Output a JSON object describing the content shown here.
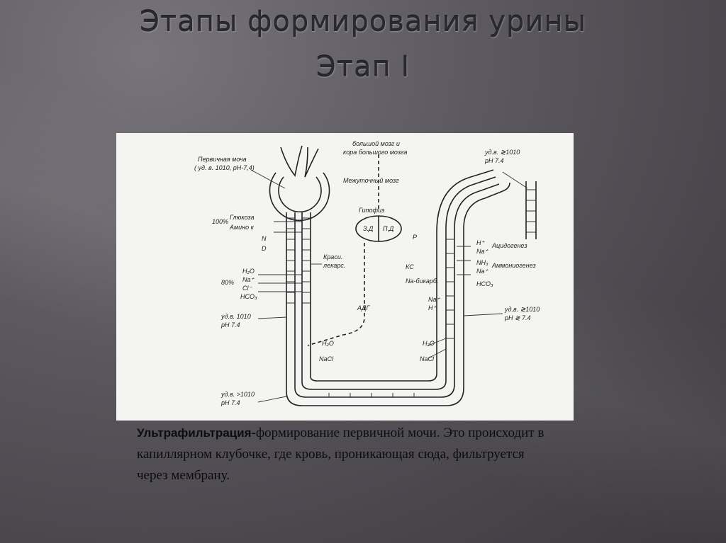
{
  "slide": {
    "title_line1": "Этапы формирования урины",
    "title_line2": "Этап I"
  },
  "diagram": {
    "labels": {
      "primary_urine": "Первичная моча",
      "primary_urine_params": "( уд. в. 1010, рН-7,4)",
      "brain": "большой мозг и",
      "cortex": "кора большого мозга",
      "diencephalon": "Межуточный мозг",
      "hypophysis": "Гипофиз",
      "front_lobe": "З.Д",
      "back_lobe": "П.Д",
      "glucose": "Глюкоза",
      "amino": "Амино к",
      "pct100": "100%",
      "n_label": "N",
      "d_label": "D",
      "dyes": "Краси.",
      "drugs": "лекарс.",
      "h2o": "H₂O",
      "na": "Na⁺",
      "cl": "Cl⁻",
      "hco3": "HCO₃",
      "pct80": "80%",
      "sg1": "уд.в. 1010",
      "ph1": "рН 7.4",
      "h2o_2": "H₂O",
      "nacl_1": "NaCl",
      "adh": "АДГ",
      "sg2": "уд.в. >1010",
      "ph2": "рН 7.4",
      "sg3": "уд.в. ≷1010",
      "ph3": "рН ≷ 7.4",
      "acidogenesis": "Ацидогенез",
      "ammoniogenesis": "Аммониогенез",
      "h_plus": "H⁺",
      "na2": "Na⁺",
      "nh3": "NH₃",
      "na3": "Na⁺",
      "hco3_2": "HCO₃",
      "h_plus2": "H⁺",
      "na4": "Na⁺",
      "sg4": "уд.в. ≷1010",
      "ph4": "рН 7.4",
      "h2o_3": "H₂O",
      "nacl_2": "NaCl",
      "p_label": "Р",
      "ks": "КС",
      "na_hco3": "Na-бикарб."
    }
  },
  "caption": {
    "term": "Ультрафильтрация",
    "text": "-формирование первичной мочи. Это происходит в капиллярном клубочке, где кровь, проникающая сюда, фильтруется через мембрану."
  }
}
